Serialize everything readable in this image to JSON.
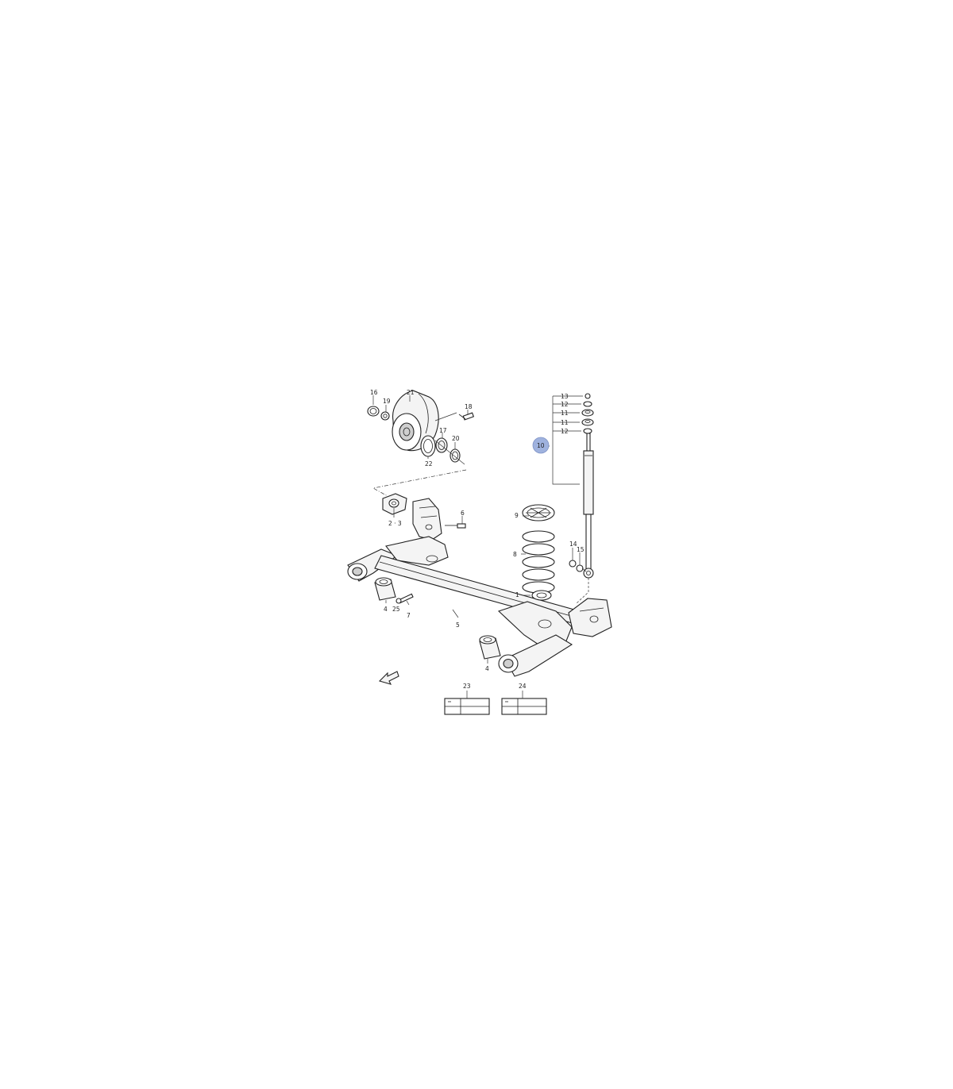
{
  "diagram": {
    "labels": {
      "p1": "1",
      "p2_3": "2 · 3",
      "p4a": "4",
      "p4b": "4",
      "p5": "5",
      "p6": "6",
      "p7": "7",
      "p8": "8",
      "p9": "9",
      "p10": "10",
      "p11a": "11",
      "p11b": "11",
      "p12a": "12",
      "p12b": "12",
      "p13": "13",
      "p14": "14",
      "p15": "15",
      "p16": "16",
      "p17": "17",
      "p18": "18",
      "p19": "19",
      "p20": "20",
      "p21": "21",
      "p22": "22",
      "p23": "23",
      "p24": "24",
      "p25": "25"
    },
    "highlight_color": "#9fb2de"
  }
}
